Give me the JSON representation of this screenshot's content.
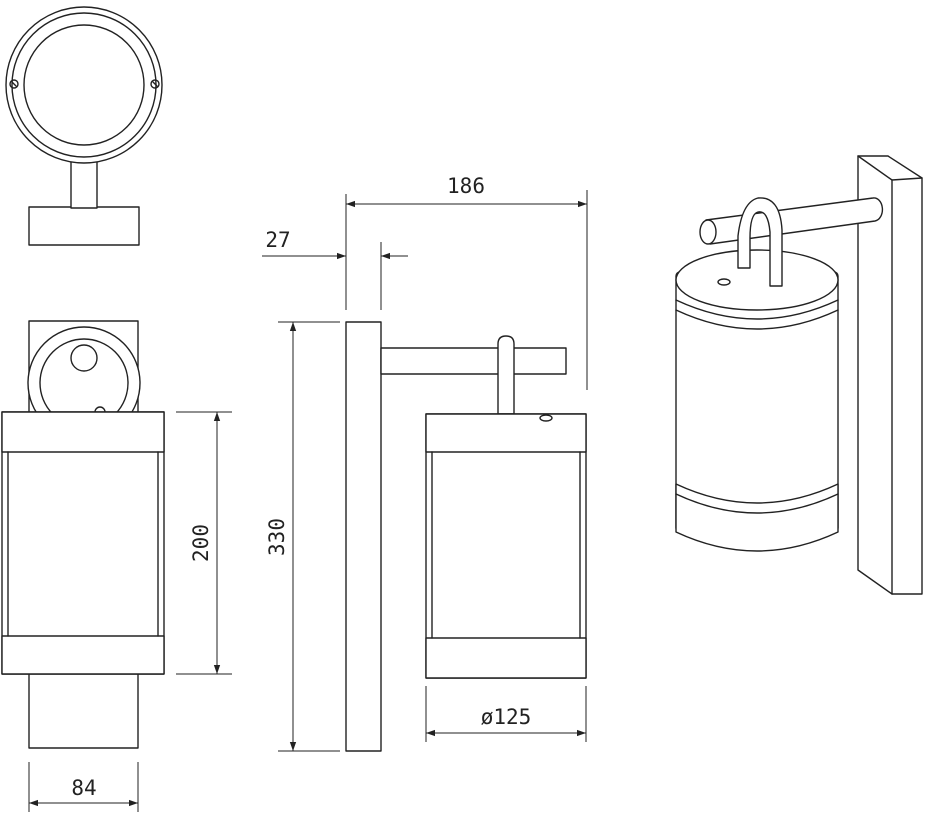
{
  "dimensions": {
    "overall_depth": "186",
    "plate_thickness": "27",
    "overall_height": "330",
    "lamp_height": "200",
    "lamp_diameter": "ø125",
    "plate_width": "84"
  },
  "colors": {
    "line": "#222222",
    "background": "#ffffff"
  }
}
